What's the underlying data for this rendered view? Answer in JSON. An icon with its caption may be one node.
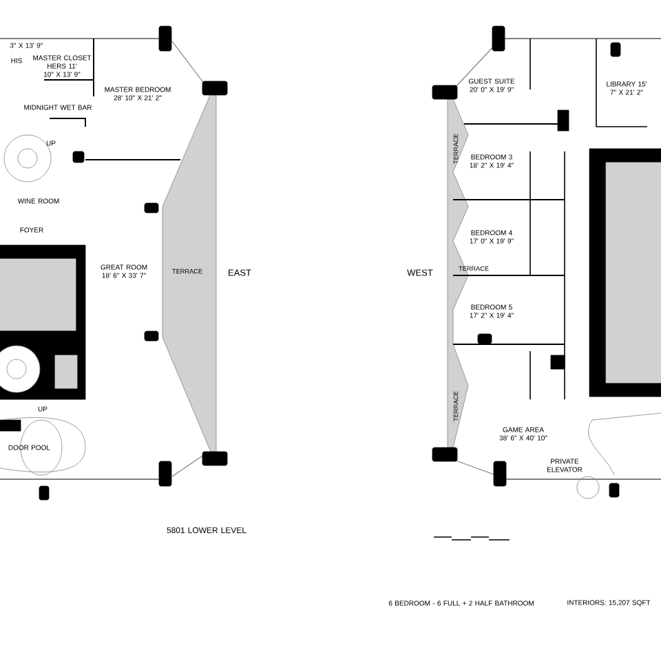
{
  "diagram": {
    "labels": [
      "3\" X 13' 9\"",
      "HIS",
      "MASTER CLOSET HERS 11' 10\" X 13' 9\"",
      "MASTER BEDROOM 28' 10\" X 21' 2\"",
      "MIDNIGHT WET BAR",
      "UP",
      "WINE ROOM",
      "FOYER",
      "GREAT ROOM 18' 6\" X 33' 7\"",
      "TERRACE",
      "EAST",
      "UP",
      "DOOR POOL",
      "5801 LOWER LEVEL",
      "GUEST SUITE 20' 0\" X 19' 9\"",
      "LIBRARY 15' 7\" X 21' 2\"",
      "TERRACE",
      "BEDROOM 3 18' 2\" X 19' 4\"",
      "BEDROOM 4 17' 0\" X 19' 9\"",
      "WEST",
      "TERRACE",
      "BEDROOM 5 17' 2\" X 19' 4\"",
      "TERRACE",
      "GAME AREA 38' 6\" X 40' 10\"",
      "PRIVATE ELEVATOR",
      "6 BEDROOM - 6 FULL + 2 HALF BATHROOM",
      "INTERIORS: 15,207 SQFT"
    ]
  }
}
